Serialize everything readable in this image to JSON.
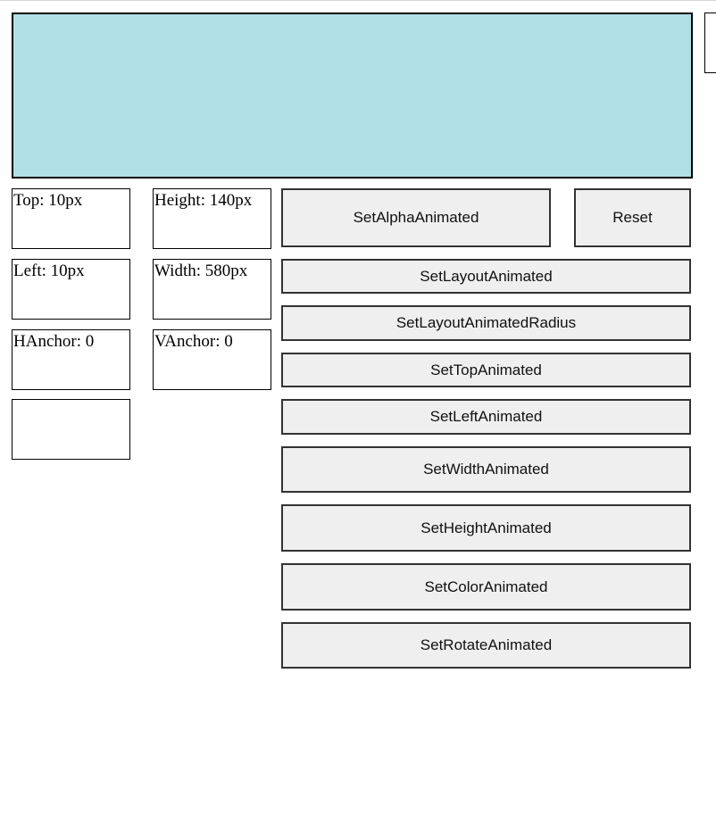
{
  "info_boxes": {
    "top": "Top: 10px",
    "height": "Height: 140px",
    "left": "Left: 10px",
    "width": "Width: 580px",
    "hanchor": "HAnchor: 0",
    "vanchor": "VAnchor: 0",
    "extra": ""
  },
  "buttons": {
    "set_alpha_animated": "SetAlphaAnimated",
    "reset": "Reset",
    "set_layout_animated": "SetLayoutAnimated",
    "set_layout_animated_radius": "SetLayoutAnimatedRadius",
    "set_top_animated": "SetTopAnimated",
    "set_left_animated": "SetLeftAnimated",
    "set_width_animated": "SetWidthAnimated",
    "set_height_animated": "SetHeightAnimated",
    "set_color_animated": "SetColorAnimated",
    "set_rotate_animated": "SetRotateAnimated"
  },
  "colors": {
    "animated_box": "#b0dfe5",
    "button_bg": "#efefef"
  }
}
